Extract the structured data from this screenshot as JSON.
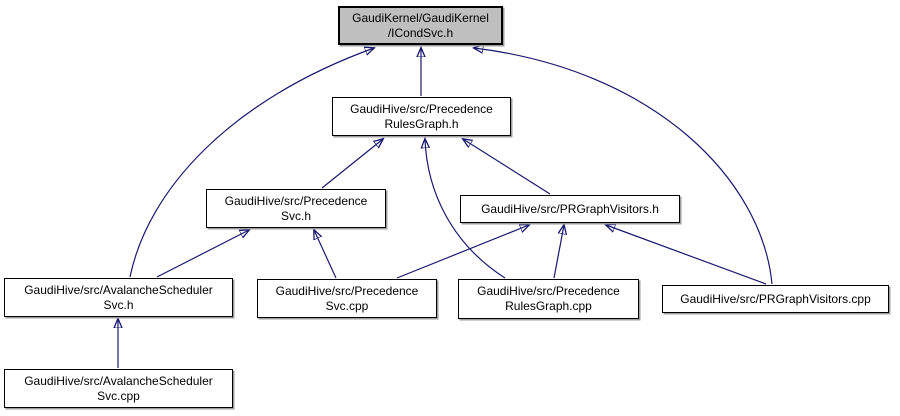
{
  "diagram": {
    "type": "include-dependency-graph",
    "edge_color": "#191970",
    "node_fill": "#ffffff",
    "root_node_fill": "#bfbfbf",
    "node_border_color": "#000000",
    "nodes": {
      "icondsvc_h": {
        "label": "GaudiKernel/GaudiKernel/ICondSvc.h",
        "line1": "GaudiKernel/GaudiKernel",
        "line2": "/ICondSvc.h"
      },
      "precedencerulesgraph_h": {
        "label": "GaudiHive/src/PrecedenceRulesGraph.h",
        "line1": "GaudiHive/src/Precedence",
        "line2": "RulesGraph.h"
      },
      "precedencesvc_h": {
        "label": "GaudiHive/src/PrecedenceSvc.h",
        "line1": "GaudiHive/src/Precedence",
        "line2": "Svc.h"
      },
      "prgraphvisitors_h": {
        "label": "GaudiHive/src/PRGraphVisitors.h",
        "line1": "GaudiHive/src/PRGraphVisitors.h"
      },
      "avalancheschedulersvc_h": {
        "label": "GaudiHive/src/AvalancheSchedulerSvc.h",
        "line1": "GaudiHive/src/AvalancheScheduler",
        "line2": "Svc.h"
      },
      "precedencesvc_cpp": {
        "label": "GaudiHive/src/PrecedenceSvc.cpp",
        "line1": "GaudiHive/src/Precedence",
        "line2": "Svc.cpp"
      },
      "precedencerulesgraph_cpp": {
        "label": "GaudiHive/src/PrecedenceRulesGraph.cpp",
        "line1": "GaudiHive/src/Precedence",
        "line2": "RulesGraph.cpp"
      },
      "prgraphvisitors_cpp": {
        "label": "GaudiHive/src/PRGraphVisitors.cpp",
        "line1": "GaudiHive/src/PRGraphVisitors.cpp"
      },
      "avalancheschedulersvc_cpp": {
        "label": "GaudiHive/src/AvalancheSchedulerSvc.cpp",
        "line1": "GaudiHive/src/AvalancheScheduler",
        "line2": "Svc.cpp"
      }
    },
    "edges": [
      {
        "from": "GaudiHive/src/AvalancheSchedulerSvc.h",
        "to": "GaudiKernel/GaudiKernel/ICondSvc.h"
      },
      {
        "from": "GaudiHive/src/PrecedenceRulesGraph.h",
        "to": "GaudiKernel/GaudiKernel/ICondSvc.h"
      },
      {
        "from": "GaudiHive/src/PRGraphVisitors.cpp",
        "to": "GaudiKernel/GaudiKernel/ICondSvc.h"
      },
      {
        "from": "GaudiHive/src/PrecedenceSvc.h",
        "to": "GaudiHive/src/PrecedenceRulesGraph.h"
      },
      {
        "from": "GaudiHive/src/PrecedenceRulesGraph.cpp",
        "to": "GaudiHive/src/PrecedenceRulesGraph.h"
      },
      {
        "from": "GaudiHive/src/PRGraphVisitors.h",
        "to": "GaudiHive/src/PrecedenceRulesGraph.h"
      },
      {
        "from": "GaudiHive/src/AvalancheSchedulerSvc.h",
        "to": "GaudiHive/src/PrecedenceSvc.h"
      },
      {
        "from": "GaudiHive/src/PrecedenceSvc.cpp",
        "to": "GaudiHive/src/PrecedenceSvc.h"
      },
      {
        "from": "GaudiHive/src/PrecedenceSvc.cpp",
        "to": "GaudiHive/src/PRGraphVisitors.h"
      },
      {
        "from": "GaudiHive/src/PrecedenceRulesGraph.cpp",
        "to": "GaudiHive/src/PRGraphVisitors.h"
      },
      {
        "from": "GaudiHive/src/PRGraphVisitors.cpp",
        "to": "GaudiHive/src/PRGraphVisitors.h"
      },
      {
        "from": "GaudiHive/src/AvalancheSchedulerSvc.cpp",
        "to": "GaudiHive/src/AvalancheSchedulerSvc.h"
      }
    ]
  }
}
